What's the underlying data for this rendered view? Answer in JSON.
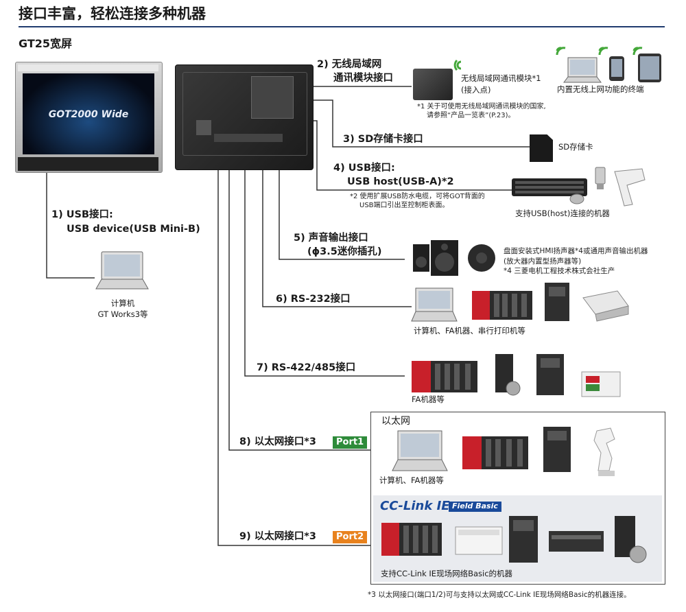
{
  "page": {
    "title": "接口丰富，轻松连接多种机器",
    "subtitle": "GT25宽屏"
  },
  "device": {
    "front_logo": "GOT2000 Wide"
  },
  "interfaces": {
    "usb_device": {
      "line1": "1) USB接口:",
      "line2": "USB device(USB Mini-B)"
    },
    "wlan": {
      "line1": "2) 无线局域网",
      "line2": "通讯模块接口"
    },
    "sd": {
      "label": "3) SD存储卡接口"
    },
    "usb_host": {
      "line1": "4) USB接口:",
      "line2": "USB host(USB-A)*2",
      "note1": "*2 使用扩展USB防水电缆，可将GOT背面的",
      "note2": "USB端口引出至控制柜表面。"
    },
    "audio": {
      "line1": "5) 声音输出接口",
      "line2": "(ϕ3.5迷你插孔)"
    },
    "rs232": {
      "label": "6) RS-232接口"
    },
    "rs422": {
      "label": "7) RS-422/485接口"
    },
    "eth1": {
      "label": "8) 以太网接口*3",
      "port": "Port1"
    },
    "eth2": {
      "label": "9) 以太网接口*3",
      "port": "Port2"
    }
  },
  "devices": {
    "computer": {
      "line1": "计算机",
      "line2": "GT Works3等"
    },
    "wlan_module": {
      "line1": "无线局域网通讯模块*1",
      "line2": "(接入点)",
      "note1": "*1 关于可使用无线局域网通讯模块的国家,",
      "note2": "请参照“产品一览表”(P.23)。"
    },
    "terminals": {
      "label": "内置无线上网功能的终端"
    },
    "sd_card": {
      "label": "SD存储卡"
    },
    "usb_host_devices": {
      "label": "支持USB(host)连接的机器"
    },
    "speakers": {
      "line1": "盘面安装式HMI扬声器*4或通用声音输出机器",
      "line2": "(放大器内置型扬声器等)",
      "line3": "*4 三菱电机工程技术株式会社生产"
    },
    "rs232_devices": {
      "label": "计算机、FA机器、串行打印机等"
    },
    "rs422_devices": {
      "label": "FA机器等"
    },
    "ethernet_box": {
      "title": "以太网",
      "devices_label": "计算机、FA机器等"
    },
    "cclink_box": {
      "logo_main": "CC-Link IE",
      "logo_sub": "Field Basic",
      "devices_label": "支持CC-Link IE现场网络Basic的机器"
    }
  },
  "footnote": "*3 以太网接口(端口1/2)可与支持以太网或CC-Link IE现场网络Basic的机器连接。",
  "colors": {
    "port1": "#2e8b3a",
    "port2": "#e8821e",
    "wifi": "#44a83a",
    "rule": "#1f3b6e",
    "line": "#333333"
  }
}
